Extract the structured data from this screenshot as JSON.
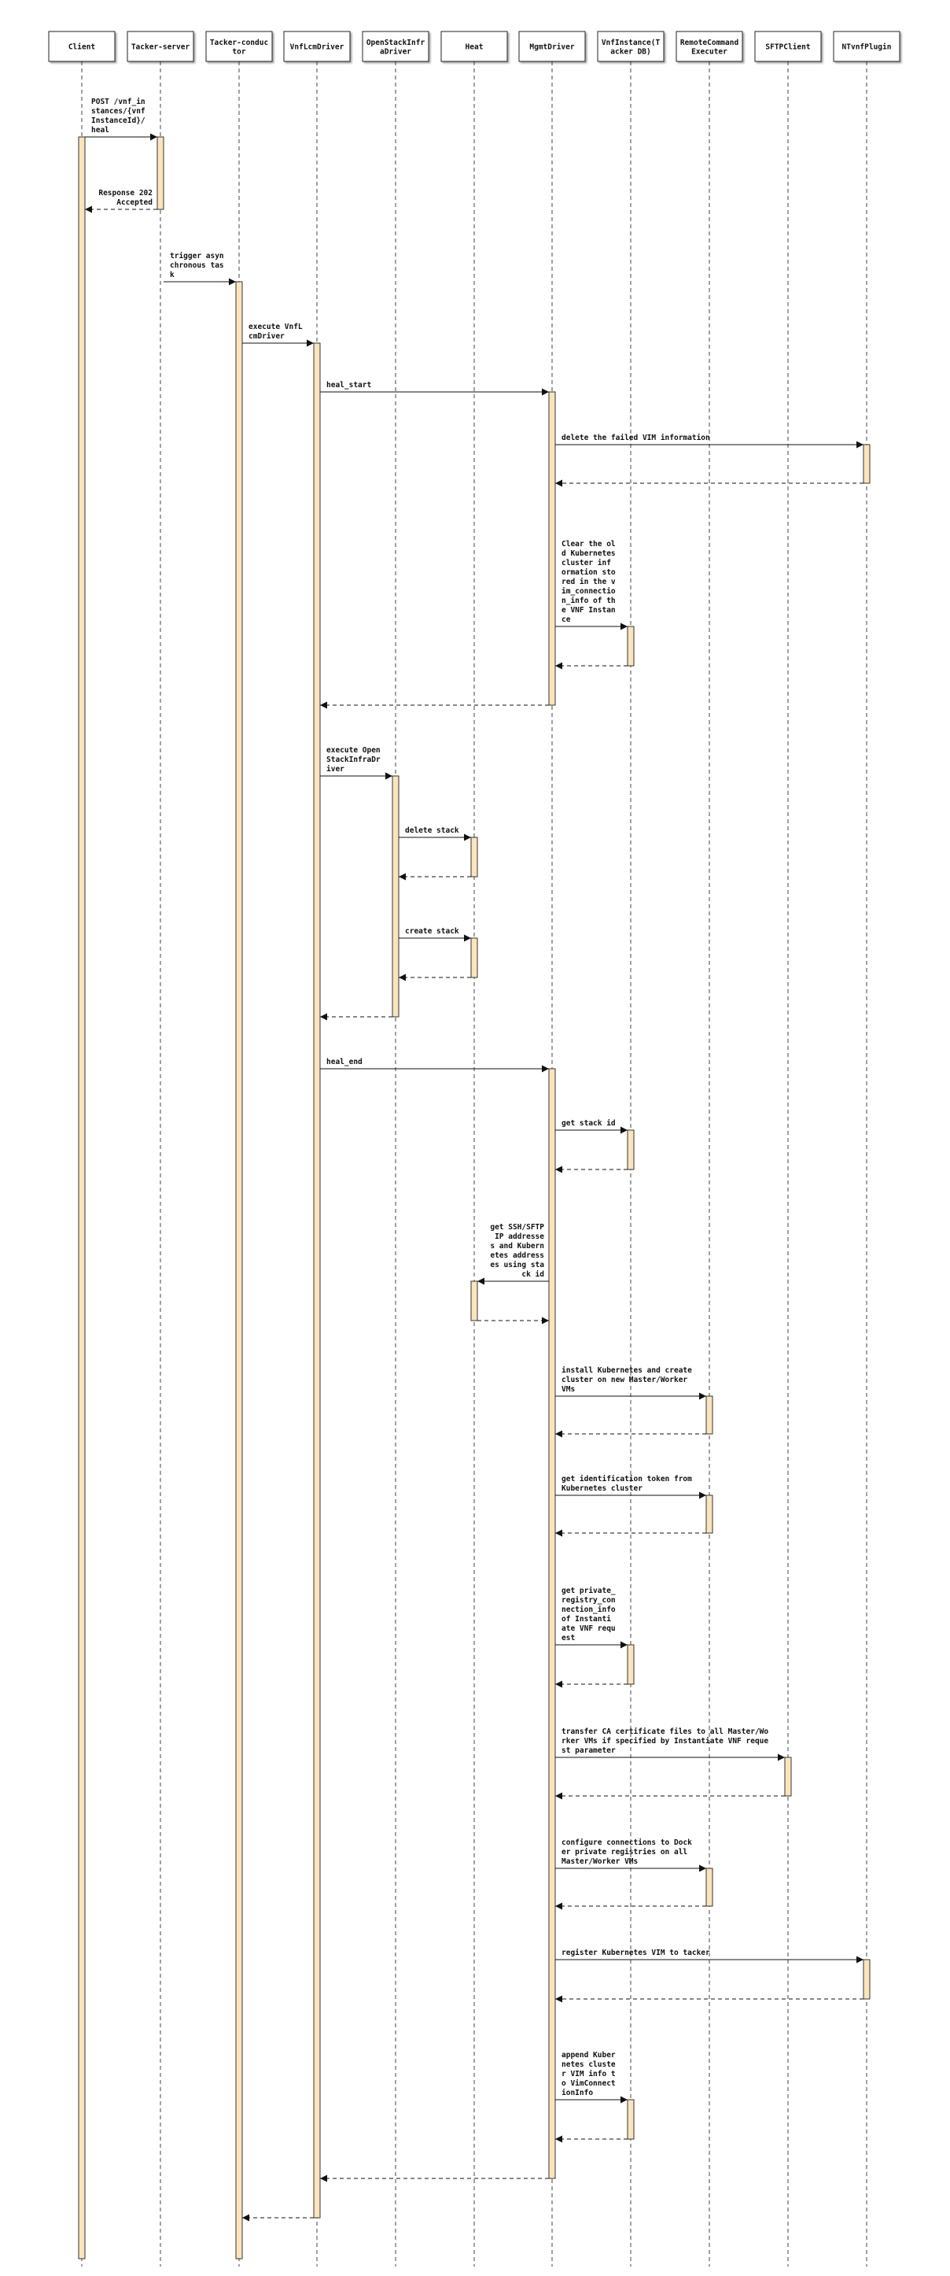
{
  "participants": [
    {
      "id": "client",
      "label": [
        "Client"
      ]
    },
    {
      "id": "tacker_server",
      "label": [
        "Tacker-server"
      ]
    },
    {
      "id": "tacker_conductor",
      "label": [
        "Tacker-conduc",
        "tor"
      ]
    },
    {
      "id": "vnflcm_driver",
      "label": [
        "VnfLcmDriver"
      ]
    },
    {
      "id": "openstack_infra_driver",
      "label": [
        "OpenStackInfr",
        "aDriver"
      ]
    },
    {
      "id": "heat",
      "label": [
        "Heat"
      ]
    },
    {
      "id": "mgmt_driver",
      "label": [
        "MgmtDriver"
      ]
    },
    {
      "id": "vnf_instance",
      "label": [
        "VnfInstance(T",
        "acker DB)"
      ]
    },
    {
      "id": "remote_command_executor",
      "label": [
        "RemoteCommand",
        "Executer"
      ]
    },
    {
      "id": "sftp_client",
      "label": [
        "SFTPClient"
      ]
    },
    {
      "id": "ntvnf_plugin",
      "label": [
        "NTvnfPlugin"
      ]
    }
  ],
  "messages": [
    {
      "from": "client",
      "to": "tacker_server",
      "kind": "call",
      "label": [
        "POST /vnf_in",
        "stances/{vnf",
        "InstanceId}/",
        "heal"
      ]
    },
    {
      "from": "tacker_server",
      "to": "client",
      "kind": "return",
      "label": [
        "Response 202",
        "Accepted"
      ]
    },
    {
      "from": "tacker_server",
      "to": "tacker_conductor",
      "kind": "call",
      "label": [
        "trigger asyn",
        "chronous tas",
        "k"
      ]
    },
    {
      "from": "tacker_conductor",
      "to": "vnflcm_driver",
      "kind": "call",
      "label": [
        "execute VnfL",
        "cmDriver"
      ]
    },
    {
      "from": "vnflcm_driver",
      "to": "mgmt_driver",
      "kind": "call",
      "label": [
        "heal_start"
      ]
    },
    {
      "from": "mgmt_driver",
      "to": "ntvnf_plugin",
      "kind": "call",
      "label": [
        "delete the failed VIM information"
      ]
    },
    {
      "from": "ntvnf_plugin",
      "to": "mgmt_driver",
      "kind": "return",
      "label": []
    },
    {
      "from": "mgmt_driver",
      "to": "vnf_instance",
      "kind": "call",
      "label": [
        "Clear the ol",
        "d Kubernetes",
        " cluster inf",
        "ormation sto",
        "red in the v",
        "im_connectio",
        "n_info of th",
        "e VNF Instan",
        "ce"
      ]
    },
    {
      "from": "vnf_instance",
      "to": "mgmt_driver",
      "kind": "return",
      "label": []
    },
    {
      "from": "mgmt_driver",
      "to": "vnflcm_driver",
      "kind": "return",
      "label": []
    },
    {
      "from": "vnflcm_driver",
      "to": "openstack_infra_driver",
      "kind": "call",
      "label": [
        "execute Open",
        "StackInfraDr",
        "iver"
      ]
    },
    {
      "from": "openstack_infra_driver",
      "to": "heat",
      "kind": "call",
      "label": [
        "delete stack"
      ]
    },
    {
      "from": "heat",
      "to": "openstack_infra_driver",
      "kind": "return",
      "label": []
    },
    {
      "from": "openstack_infra_driver",
      "to": "heat",
      "kind": "call",
      "label": [
        "create stack"
      ]
    },
    {
      "from": "heat",
      "to": "openstack_infra_driver",
      "kind": "return",
      "label": []
    },
    {
      "from": "openstack_infra_driver",
      "to": "vnflcm_driver",
      "kind": "return",
      "label": []
    },
    {
      "from": "vnflcm_driver",
      "to": "mgmt_driver",
      "kind": "call",
      "label": [
        "heal_end"
      ]
    },
    {
      "from": "mgmt_driver",
      "to": "vnf_instance",
      "kind": "call",
      "label": [
        "get stack id"
      ]
    },
    {
      "from": "vnf_instance",
      "to": "mgmt_driver",
      "kind": "return",
      "label": []
    },
    {
      "from": "mgmt_driver",
      "to": "heat",
      "kind": "call",
      "label": [
        "get SSH/SFTP",
        "IP addresse",
        "s and Kubern",
        "etes address",
        "es using sta",
        "ck id"
      ]
    },
    {
      "from": "heat",
      "to": "mgmt_driver",
      "kind": "return",
      "label": []
    },
    {
      "from": "mgmt_driver",
      "to": "remote_command_executor",
      "kind": "call",
      "label": [
        "install Kubernetes and create",
        " cluster on new Master/Worker",
        " VMs"
      ]
    },
    {
      "from": "remote_command_executor",
      "to": "mgmt_driver",
      "kind": "return",
      "label": []
    },
    {
      "from": "mgmt_driver",
      "to": "remote_command_executor",
      "kind": "call",
      "label": [
        "get identification token from",
        " Kubernetes cluster"
      ]
    },
    {
      "from": "remote_command_executor",
      "to": "mgmt_driver",
      "kind": "return",
      "label": []
    },
    {
      "from": "mgmt_driver",
      "to": "vnf_instance",
      "kind": "call",
      "label": [
        "get private_",
        "registry_con",
        "nection_info",
        " of Instanti",
        "ate VNF requ",
        "est"
      ]
    },
    {
      "from": "vnf_instance",
      "to": "mgmt_driver",
      "kind": "return",
      "label": []
    },
    {
      "from": "mgmt_driver",
      "to": "sftp_client",
      "kind": "call",
      "label": [
        "transfer CA certificate files to all Master/Wo",
        "rker VMs if specified by Instantiate VNF reque",
        "st parameter"
      ]
    },
    {
      "from": "sftp_client",
      "to": "mgmt_driver",
      "kind": "return",
      "label": []
    },
    {
      "from": "mgmt_driver",
      "to": "remote_command_executor",
      "kind": "call",
      "label": [
        "configure connections to Dock",
        "er private registries on all",
        "Master/Worker VMs"
      ]
    },
    {
      "from": "remote_command_executor",
      "to": "mgmt_driver",
      "kind": "return",
      "label": []
    },
    {
      "from": "mgmt_driver",
      "to": "ntvnf_plugin",
      "kind": "call",
      "label": [
        "register Kubernetes VIM to tacker"
      ]
    },
    {
      "from": "ntvnf_plugin",
      "to": "mgmt_driver",
      "kind": "return",
      "label": []
    },
    {
      "from": "mgmt_driver",
      "to": "vnf_instance",
      "kind": "call",
      "label": [
        "append Kuber",
        "netes cluste",
        "r VIM info t",
        "o VimConnect",
        "ionInfo"
      ]
    },
    {
      "from": "vnf_instance",
      "to": "mgmt_driver",
      "kind": "return",
      "label": []
    },
    {
      "from": "mgmt_driver",
      "to": "vnflcm_driver",
      "kind": "return",
      "label": []
    },
    {
      "from": "vnflcm_driver",
      "to": "tacker_conductor",
      "kind": "return",
      "label": []
    }
  ]
}
